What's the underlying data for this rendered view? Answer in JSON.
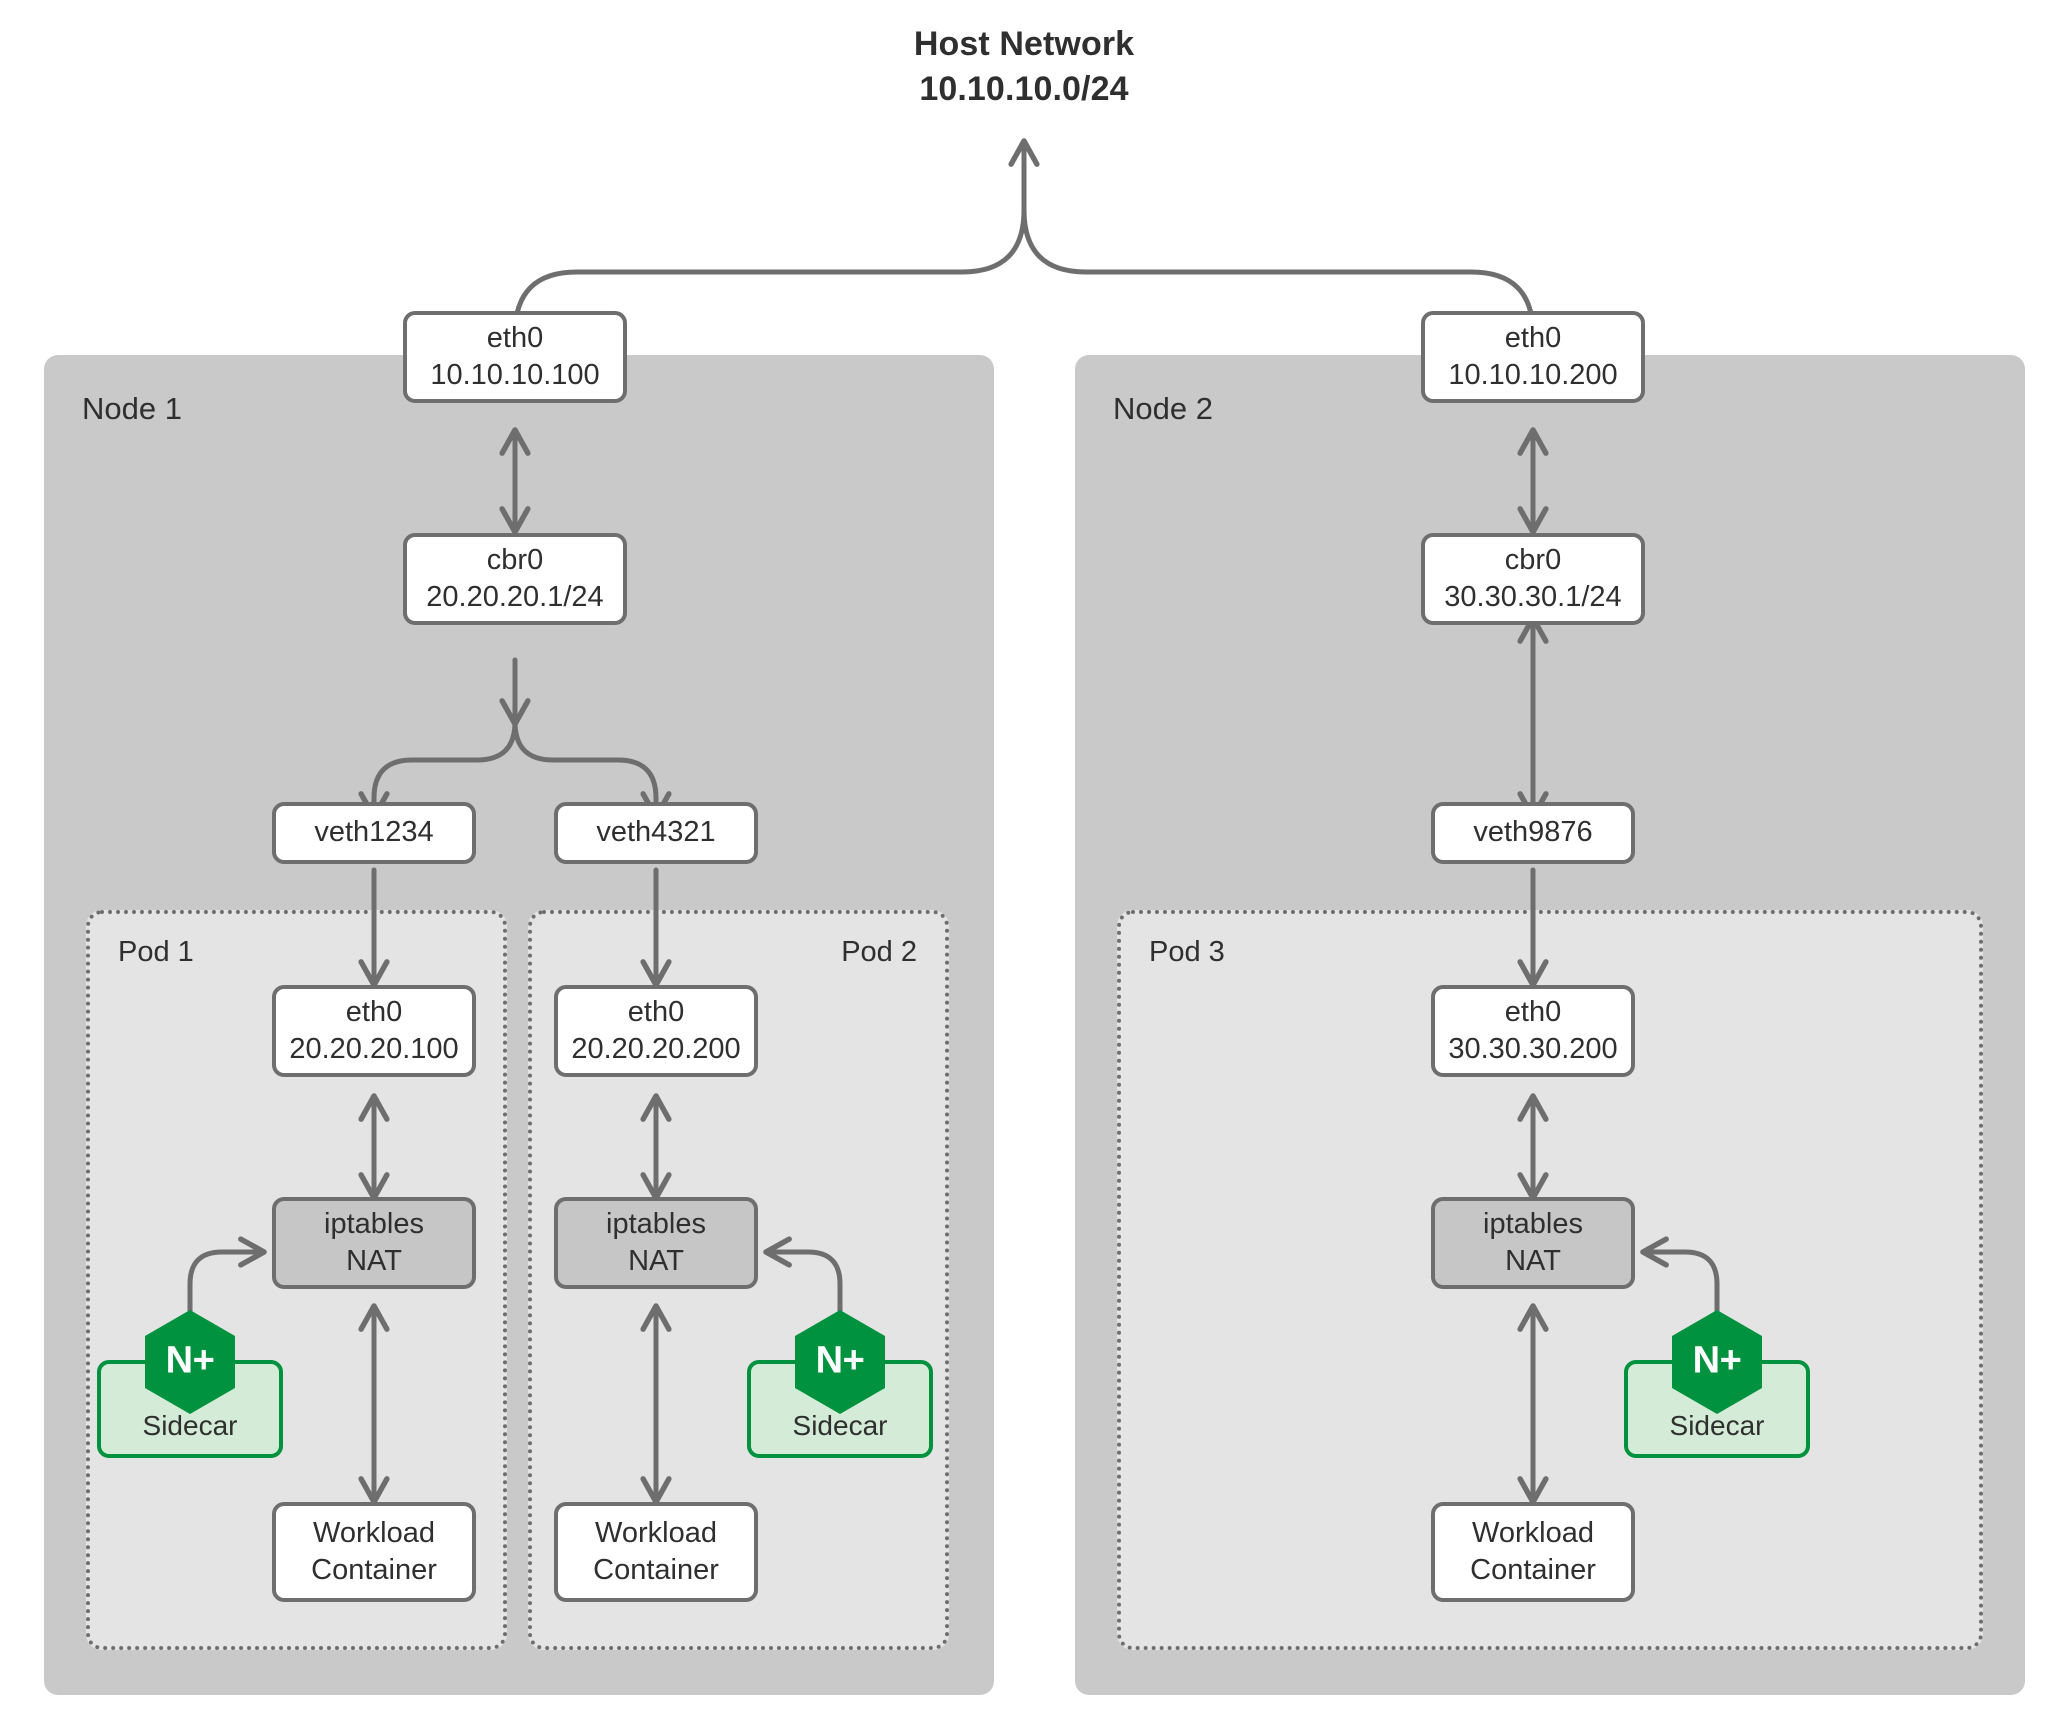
{
  "diagram": {
    "title_line1": "Host Network",
    "title_line2": "10.10.10.0/24",
    "colors": {
      "node_bg": "#c9c9c9",
      "pod_bg": "#e4e4e4",
      "box_border": "#6e6e6e",
      "nat_fill": "#c6c6c6",
      "sidecar_fill": "#d4ecd7",
      "sidecar_border": "#00923f",
      "nginx_green": "#00923f",
      "wire": "#6e6e6e",
      "text": "#2f2f2f"
    }
  },
  "nodes": [
    {
      "label": "Node 1",
      "eth0": {
        "l1": "eth0",
        "l2": "10.10.10.100"
      },
      "bridge": {
        "l1": "cbr0",
        "l2": "20.20.20.1/24"
      },
      "veths": [
        {
          "l1": "veth1234"
        },
        {
          "l1": "veth4321"
        }
      ],
      "pods": [
        {
          "label": "Pod 1",
          "label_align": "left",
          "eth0": {
            "l1": "eth0",
            "l2": "20.20.20.100"
          },
          "nat": {
            "l1": "iptables",
            "l2": "NAT"
          },
          "sidecar": {
            "badge": "N+",
            "label": "Sidecar",
            "side": "left"
          },
          "workload": {
            "l1": "Workload",
            "l2": "Container"
          }
        },
        {
          "label": "Pod 2",
          "label_align": "right",
          "eth0": {
            "l1": "eth0",
            "l2": "20.20.20.200"
          },
          "nat": {
            "l1": "iptables",
            "l2": "NAT"
          },
          "sidecar": {
            "badge": "N+",
            "label": "Sidecar",
            "side": "right"
          },
          "workload": {
            "l1": "Workload",
            "l2": "Container"
          }
        }
      ]
    },
    {
      "label": "Node 2",
      "eth0": {
        "l1": "eth0",
        "l2": "10.10.10.200"
      },
      "bridge": {
        "l1": "cbr0",
        "l2": "30.30.30.1/24"
      },
      "veths": [
        {
          "l1": "veth9876"
        }
      ],
      "pods": [
        {
          "label": "Pod 3",
          "label_align": "left",
          "eth0": {
            "l1": "eth0",
            "l2": "30.30.30.200"
          },
          "nat": {
            "l1": "iptables",
            "l2": "NAT"
          },
          "sidecar": {
            "badge": "N+",
            "label": "Sidecar",
            "side": "right"
          },
          "workload": {
            "l1": "Workload",
            "l2": "Container"
          }
        }
      ]
    }
  ]
}
